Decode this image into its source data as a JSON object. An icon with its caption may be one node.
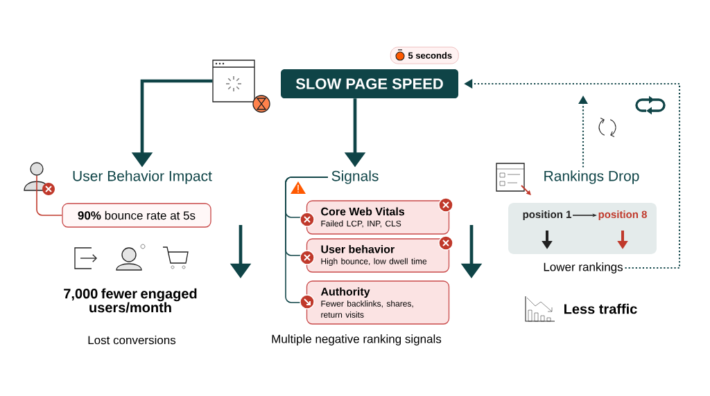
{
  "diagram": {
    "nodes": [
      {
        "text": [
          "SLOW PAGE SPEED"
        ],
        "beside": [
          "5 seconds"
        ]
      },
      {
        "text": [],
        "shape": "picture"
      },
      {
        "text": [
          "User Behavior Impact"
        ]
      },
      {
        "text": [],
        "shape": "person"
      },
      {
        "text": [
          "**90%** bounce rate at 5s"
        ]
      },
      {
        "text": [
          "7,000 fewer engaged users/month"
        ]
      },
      {
        "text": [
          "Signals"
        ]
      },
      {
        "text": [
          "Core Web Vitals",
          "Failed LCP, INP, CLS"
        ]
      },
      {
        "text": [
          "User behavior",
          "High bounce, low dwell time"
        ]
      },
      {
        "text": [
          "Authority",
          "Fewer backlinks, shares, return visits"
        ]
      },
      {
        "text": [
          "Rankings Drop"
        ]
      },
      {
        "text": [],
        "shape": "box"
      },
      {
        "text": [
          "position 1"
        ],
        "in": 11
      },
      {
        "text": [
          "position 8"
        ],
        "in": 11
      },
      {
        "text": [
          "Lower rankings"
        ]
      },
      {
        "text": [
          "Less traffic"
        ]
      }
    ],
    "edges": [
      {
        "from": 1,
        "to": 2,
        "arrow": "to",
        "style": "thick"
      },
      {
        "from": 0,
        "to": 6,
        "arrow": "to",
        "style": "thick"
      },
      {
        "from": 3,
        "to": 4,
        "arrow": "none",
        "color": "#c0392b"
      },
      {
        "from": 6,
        "to": 7,
        "arrow": "none"
      },
      {
        "from": 6,
        "to": 8,
        "arrow": "none"
      },
      {
        "from": 6,
        "to": 9,
        "arrow": "none"
      },
      {
        "from": 12,
        "to": 13,
        "arrow": "to"
      },
      {
        "from": 14,
        "to": 0,
        "arrow": "to",
        "style": "dashed"
      },
      {
        "from": 10,
        "to": null,
        "arrow": "to",
        "style": "dashed"
      }
    ],
    "labels": [
      "Lost conversions",
      "Multiple negative ranking signals"
    ]
  }
}
